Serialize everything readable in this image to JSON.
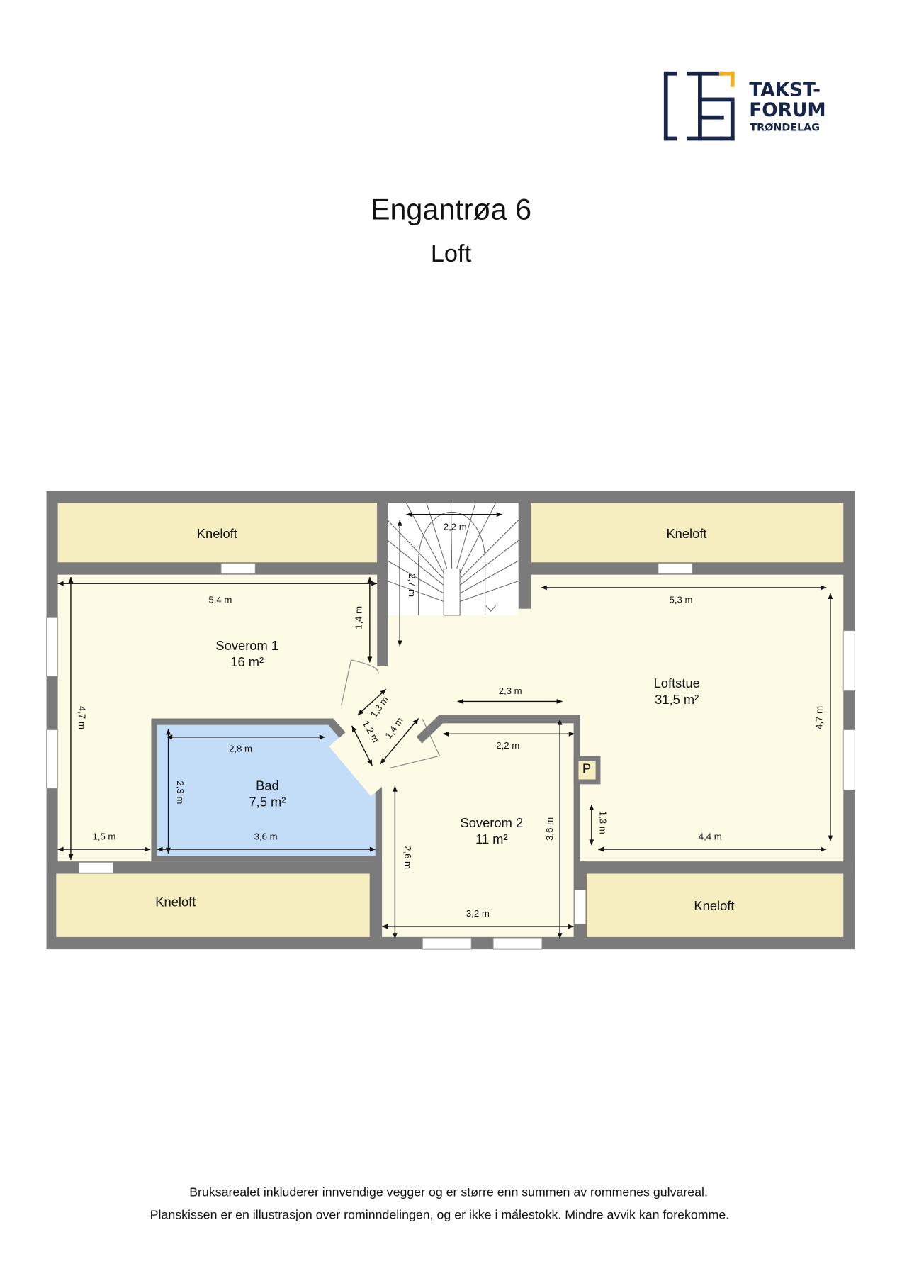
{
  "header": {
    "title": "Engantrøa 6",
    "subtitle": "Loft",
    "logo": {
      "line1": "TAKST-",
      "line2": "FORUM",
      "line3": "TRØNDELAG",
      "colors": {
        "navy": "#17254a",
        "accent": "#f2b01e"
      }
    }
  },
  "floorplan": {
    "rooms": {
      "kneloft_tl": "Kneloft",
      "kneloft_tr": "Kneloft",
      "kneloft_bl": "Kneloft",
      "kneloft_br": "Kneloft",
      "soverom1": {
        "name": "Soverom 1",
        "area": "16 m²"
      },
      "loftstue": {
        "name": "Loftstue",
        "area": "31,5 m²"
      },
      "bad": {
        "name": "Bad",
        "area": "7,5 m²"
      },
      "soverom2": {
        "name": "Soverom 2",
        "area": "11 m²"
      },
      "p": "P"
    },
    "dimensions": {
      "s1_width": "5,4 m",
      "s1_height": "4,7 m",
      "s1_wall": "1,4 m",
      "s1_bottom": "1,5 m",
      "stair_width": "2,2 m",
      "stair_length": "2,7 m",
      "ls_width": "5,3 m",
      "ls_height": "4,7 m",
      "ls_hall": "2,3 m",
      "ls_bottom": "4,4 m",
      "ls_small": "1,3 m",
      "bad_top": "2,8 m",
      "bad_height": "2,3 m",
      "bad_bottom": "3,6 m",
      "hall_a": "1,3 m",
      "hall_b": "1,2 m",
      "hall_c": "1,4 m",
      "s2_top": "2,2 m",
      "s2_height_r": "3,6 m",
      "s2_height_l": "2,6 m",
      "s2_bottom": "3,2 m"
    },
    "colors": {
      "wall": "#7b7b7b",
      "kneloft": "#f6edc0",
      "floor": "#fdfae6",
      "bathroom": "#c3dcf7"
    }
  },
  "footer": {
    "line1": "Bruksarealet inkluderer innvendige vegger og er større enn summen av rommenes gulvareal.",
    "line2": "Planskissen er en illustrasjon over rominndelingen, og er ikke i målestokk. Mindre avvik kan forekomme."
  }
}
